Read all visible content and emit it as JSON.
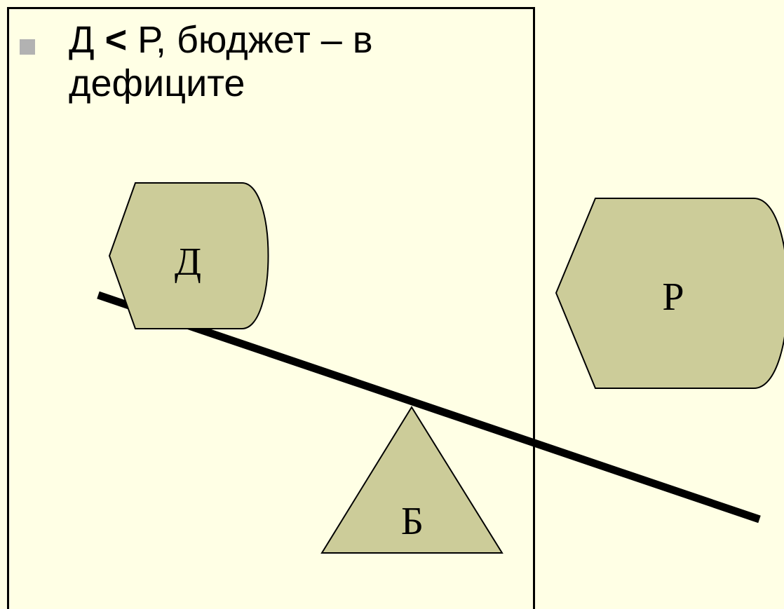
{
  "bullet": {
    "left_symbol": "Д",
    "relation": "<",
    "rest": " Р, бюджет – в дефиците"
  },
  "diagram": {
    "income_label": "Д",
    "expense_label": "Р",
    "budget_label": "Б",
    "shape_fill": "#CCCC99",
    "background": "#FFFFE5",
    "beam_color": "#000000",
    "bullet_marker_color": "#B2B2B2"
  }
}
